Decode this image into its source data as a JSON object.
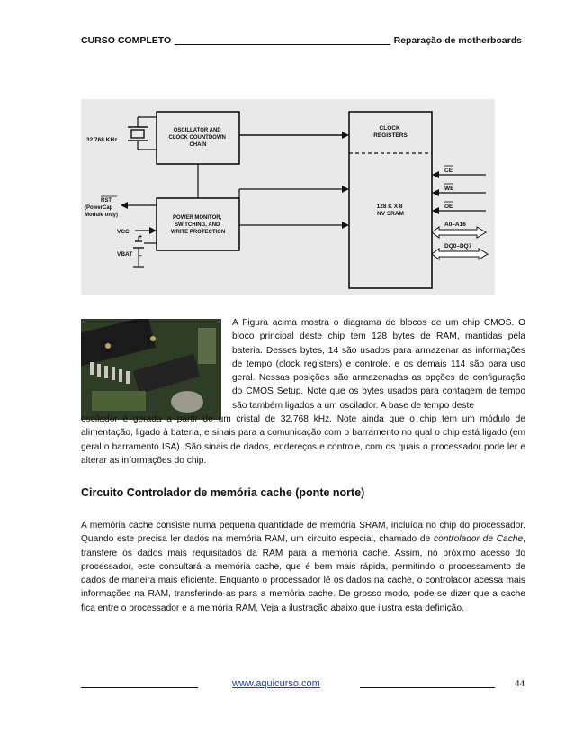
{
  "header": {
    "left": "CURSO COMPLETO",
    "right": "Reparação de motherboards"
  },
  "diagram": {
    "crystal_label": "32.768 KHz",
    "oscillator_label": [
      "OSCILLATOR AND",
      "CLOCK COUNTDOWN",
      "CHAIN"
    ],
    "clock_label": [
      "CLOCK",
      "REGISTERS"
    ],
    "sram_label": [
      "128 K X 8",
      "NV SRAM"
    ],
    "power_label": [
      "POWER MONITOR,",
      "SWITCHING, AND",
      "WRITE PROTECTION"
    ],
    "rst_label": [
      "RST",
      "(PowerCap",
      "Module only)"
    ],
    "vcc_label": "VCC",
    "vbat_label": "VBAT",
    "signals": [
      "CE",
      "WE",
      "OE",
      "A0–A16",
      "DQ0–DQ7"
    ]
  },
  "body": {
    "paragraph1_top": "A Figura acima mostra o diagrama de blocos de um chip CMOS. O bloco principal deste chip tem 128 bytes de RAM, mantidas pela bateria. Desses bytes, 14 são usados para armazenar as informações de tempo (clock registers) e controle, e os demais 114 são para uso geral. Nessas posições são armazenadas as opções de configuração do CMOS Setup. Note que os bytes usados para contagem de tempo são também ligados a um oscilador. A base de tempo deste",
    "paragraph1_bottom": "oscilador é gerada a partir de um cristal de 32,768 kHz. Note ainda que o chip tem um módulo de alimentação, ligado à bateria, e sinais para a comunicação com o barramento no qual o chip está ligado (em geral o barramento ISA). São sinais de dados, endereços e controle, com os quais o processador pode ler e alterar as informações do chip.",
    "section_title": "Circuito Controlador de memória cache (ponte norte)",
    "paragraph2_a": "A memória cache consiste numa pequena quantidade de memória SRAM, incluída no chip do processador. Quando este precisa ler dados na memória RAM, um circuito especial, chamado de ",
    "paragraph2_em": "controlador de Cache",
    "paragraph2_b": ", transfere os dados mais requisitados da RAM para a memória cache. Assim, no próximo acesso do processador, este consultará a memória cache, que é bem mais rápida, permitindo o processamento de dados de maneira mais eficiente. Enquanto o processador lê os dados na cache, o controlador acessa mais informações na RAM, transferindo-as para a memória cache. De grosso modo, pode-se dizer que a cache fica entre o processador e a memória RAM. Veja a ilustração abaixo que ilustra esta definição."
  },
  "footer": {
    "link": "www.aquicurso.com",
    "page_number": "44"
  }
}
